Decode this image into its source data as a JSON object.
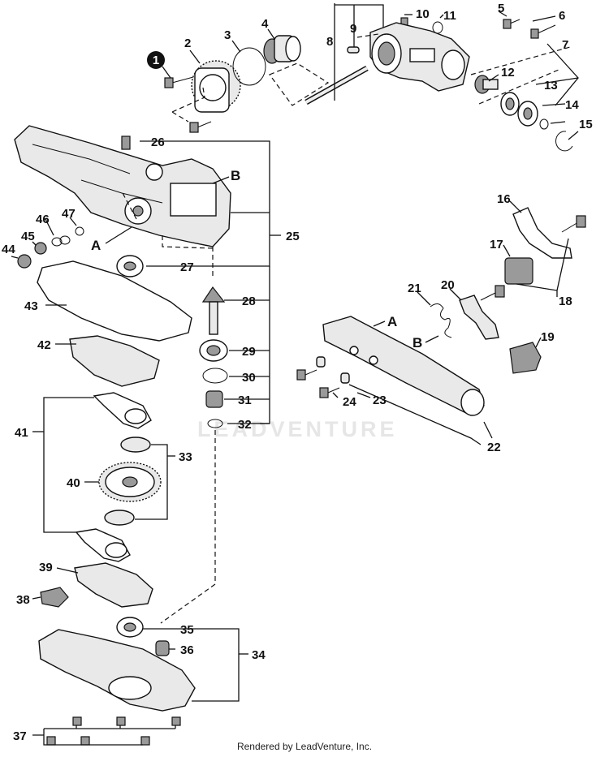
{
  "diagram": {
    "callout_numbers": [
      "1",
      "2",
      "3",
      "4",
      "5",
      "6",
      "7",
      "8",
      "9",
      "10",
      "11",
      "12",
      "13",
      "14",
      "15",
      "16",
      "17",
      "18",
      "19",
      "20",
      "21",
      "22",
      "23",
      "24",
      "25",
      "26",
      "27",
      "28",
      "29",
      "30",
      "31",
      "32",
      "33",
      "34",
      "35",
      "36",
      "37",
      "38",
      "39",
      "40",
      "41",
      "42",
      "43",
      "44",
      "45",
      "46",
      "47"
    ],
    "reference_letters": [
      "A",
      "B",
      "A",
      "B"
    ],
    "highlighted_callout": "1"
  },
  "watermark": "LEADVENTURE",
  "footer": "Rendered by LeadVenture, Inc."
}
